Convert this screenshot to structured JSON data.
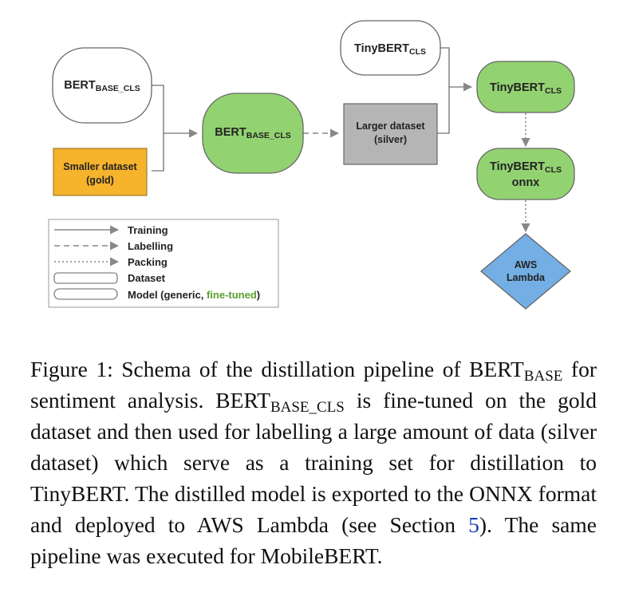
{
  "nodes": {
    "bert_dataset": {
      "main": "BERT",
      "sub": "BASE_CLS"
    },
    "smaller_dataset": {
      "line1": "Smaller dataset",
      "line2": "(gold)"
    },
    "bert_model": {
      "main": "BERT",
      "sub": "BASE_CLS"
    },
    "larger_dataset": {
      "line1": "Larger dataset",
      "line2": "(silver)"
    },
    "tinybert_dataset": {
      "main": "TinyBERT",
      "sub": "CLS"
    },
    "tinybert_model": {
      "main": "TinyBERT",
      "sub": "CLS"
    },
    "tinybert_onnx": {
      "main": "TinyBERT",
      "sub": "CLS",
      "line2": "onnx"
    },
    "aws_lambda": {
      "line1": "AWS",
      "line2": "Lambda"
    }
  },
  "legend": {
    "training": "Training",
    "labelling": "Labelling",
    "packing": "Packing",
    "dataset": "Dataset",
    "model_prefix": "Model (generic, ",
    "model_green": "fine-tuned",
    "model_suffix": ")"
  },
  "colors": {
    "green": "#93d271",
    "orange": "#f6b32c",
    "gray": "#b5b5b5",
    "blue": "#73aee4",
    "stroke": "#666666",
    "arrow": "#888888",
    "fine_tuned_text": "#5a9e2f",
    "reference_link": "#1a3ab8"
  },
  "caption": {
    "p1": "Figure 1:  Schema of the distillation pipeline of BERT",
    "sub1": "BASE",
    "p2": " for sentiment analysis.  BERT",
    "sub2": "BASE_CLS",
    "p3": " is fine-tuned on the gold dataset and then used for labelling a large amount of data (silver dataset) which serve as a training set for distillation to TinyBERT. The distilled model is exported to the ONNX format and deployed to AWS Lambda (see Section ",
    "ref": "5",
    "p4": ").  The same pipeline was executed for MobileBERT."
  }
}
